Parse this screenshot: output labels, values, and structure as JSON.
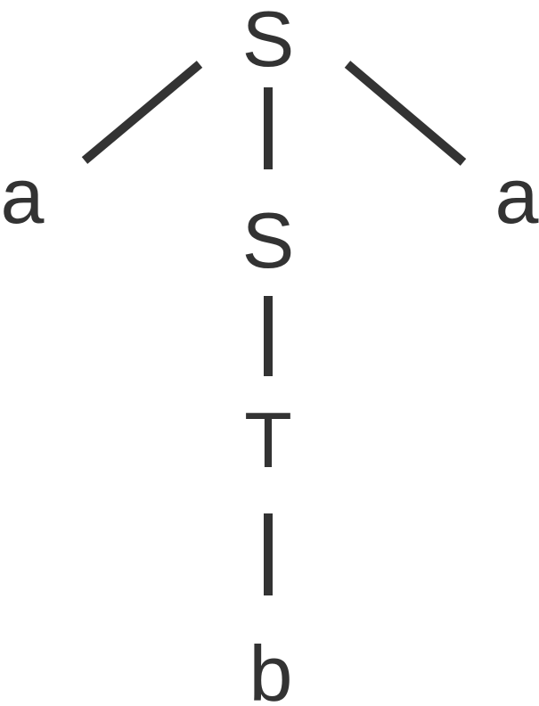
{
  "tree": {
    "colors": {
      "ink": "#333333",
      "background": "#ffffff"
    },
    "nodes": [
      {
        "id": "root",
        "label": "S"
      },
      {
        "id": "left_leaf",
        "label": "a"
      },
      {
        "id": "middle",
        "label": "S"
      },
      {
        "id": "right_leaf",
        "label": "a"
      },
      {
        "id": "t_node",
        "label": "T"
      },
      {
        "id": "b_leaf",
        "label": "b"
      }
    ],
    "edges": [
      {
        "from": "root",
        "to": "left_leaf"
      },
      {
        "from": "root",
        "to": "middle"
      },
      {
        "from": "root",
        "to": "right_leaf"
      },
      {
        "from": "middle",
        "to": "t_node"
      },
      {
        "from": "t_node",
        "to": "b_leaf"
      }
    ]
  }
}
